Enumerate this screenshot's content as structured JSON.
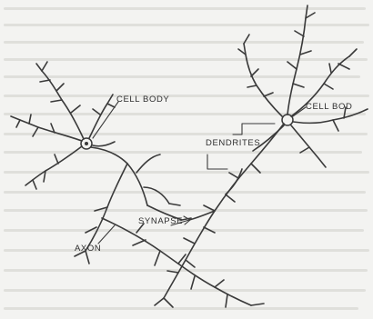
{
  "labels": {
    "cell_body_left": "CELL BODY",
    "cell_body_right": "CELL BOD",
    "dendrites": "DENDRITES",
    "synapse": "SYNAPSE",
    "axon": "AXON"
  },
  "colors": {
    "background": "#f3f3f1",
    "ink": "#3a3a3a",
    "faded_text": "#d9d9d6"
  }
}
